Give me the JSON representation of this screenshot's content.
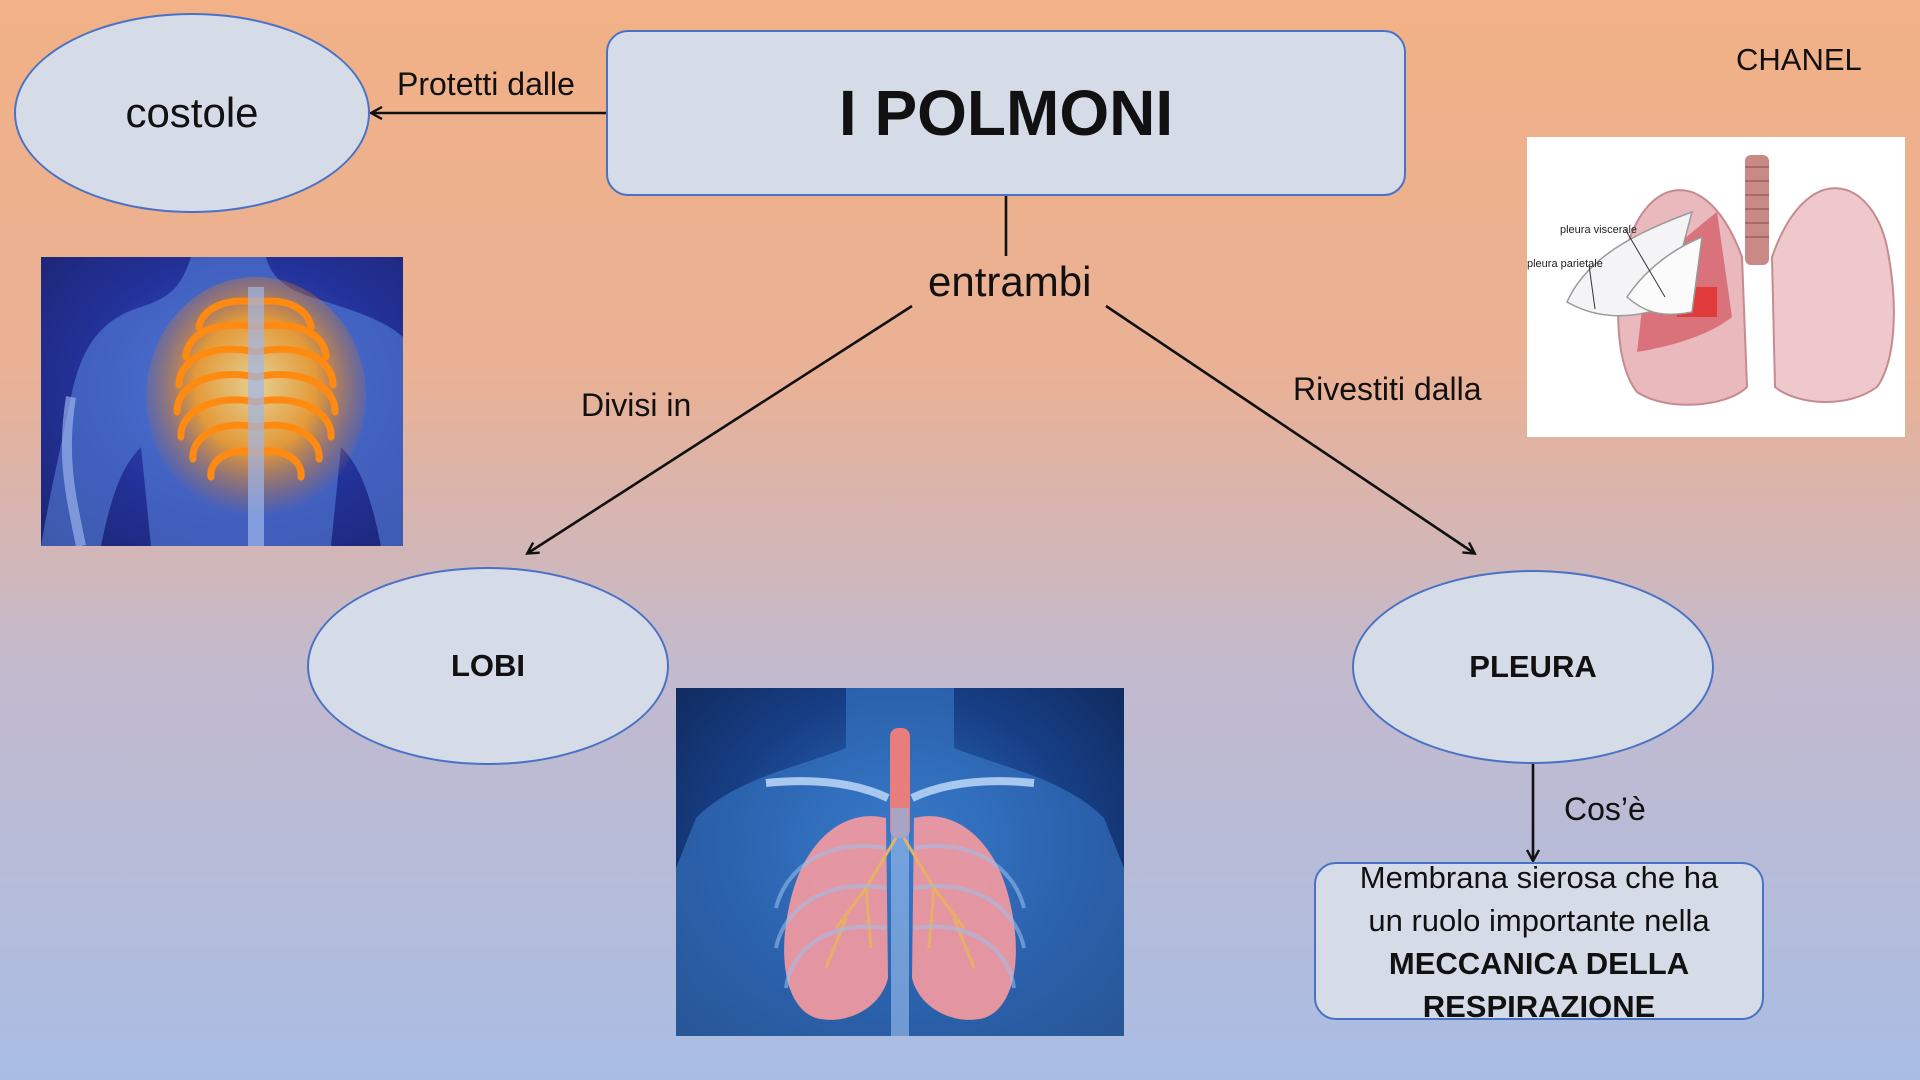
{
  "title": "I POLMONI",
  "author": "CHANEL",
  "nodes": {
    "costole": "costole",
    "entrambi": "entrambi",
    "lobi": "LOBI",
    "pleura": "PLEURA",
    "definition": {
      "line1": "Membrana sierosa che ha",
      "line2": "un ruolo importante nella",
      "line3": "MECCANICA DELLA",
      "line4": "RESPIRAZIONE"
    }
  },
  "edges": {
    "protetti": "Protetti dalle",
    "divisi": "Divisi in",
    "rivestiti": "Rivestiti dalla",
    "cose": "Cos’è"
  },
  "images": {
    "pleura_visceral": "pleura viscerale",
    "pleura_parietal": "pleura parietale"
  },
  "colors": {
    "node_fill": "#d6dbe8",
    "node_border": "#4a72c4",
    "ribcage_glow": "#ff9a1f",
    "lung_pink": "#f08f98",
    "xray_blue": "#1d4f9a"
  }
}
